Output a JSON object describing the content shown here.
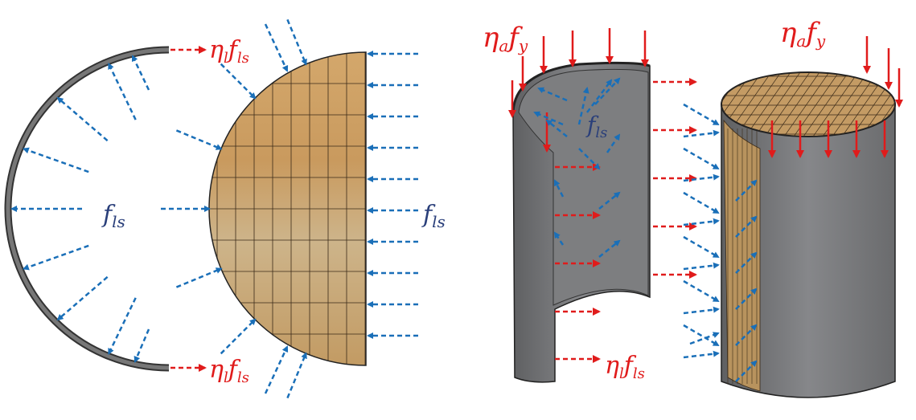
{
  "colors": {
    "steel": "#555555",
    "steel_fill": "#77787a",
    "concrete": "#c9a26a",
    "confine_arrow": "#1a6fb8",
    "axial_arrow": "#e01b1b",
    "label_blue": "#2a3f7a",
    "label_red": "#e01b1b"
  },
  "left_figure": {
    "label_steel_pressure": {
      "main": "f",
      "sub": "ls"
    },
    "label_concrete_pressure": {
      "main": "f",
      "sub": "ls"
    },
    "label_hoop_top": {
      "eta": "η",
      "eta_sub": "l",
      "main": "f",
      "sub": "ls"
    },
    "label_hoop_bottom": {
      "eta": "η",
      "eta_sub": "l",
      "main": "f",
      "sub": "ls"
    }
  },
  "right_figure": {
    "label_axial_tube": {
      "eta": "η",
      "eta_sub": "a",
      "main": "f",
      "sub": "y"
    },
    "label_axial_core": {
      "eta": "η",
      "eta_sub": "a",
      "main": "f",
      "sub": "y"
    },
    "label_tube_pressure": {
      "main": "f",
      "sub": "ls"
    },
    "label_hoop": {
      "eta": "η",
      "eta_sub": "l",
      "main": "f",
      "sub": "ls"
    }
  }
}
